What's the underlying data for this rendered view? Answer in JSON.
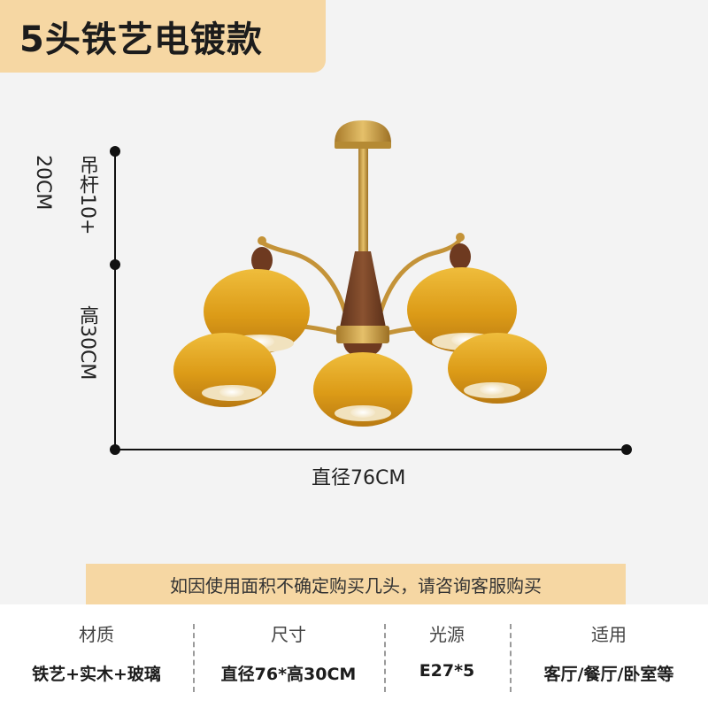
{
  "title": "5头铁艺电镀款",
  "dimensions": {
    "rod_label": "吊杆10+",
    "rod_unit": "20CM",
    "height": "高30CM",
    "diameter": "直径76CM"
  },
  "notice": "如因使用面积不确定购买几头，请咨询客服购买",
  "specs": [
    {
      "header": "材质",
      "value": "铁艺+实木+玻璃"
    },
    {
      "header": "尺寸",
      "value": "直径76*高30CM"
    },
    {
      "header": "光源",
      "value": "E27*5"
    },
    {
      "header": "适用",
      "value": "客厅/餐厅/卧室等"
    }
  ],
  "colors": {
    "badge": "#f6d7a3",
    "shade": "#e2a21c",
    "brass": "#c99a3b",
    "wood": "#7a4427"
  }
}
